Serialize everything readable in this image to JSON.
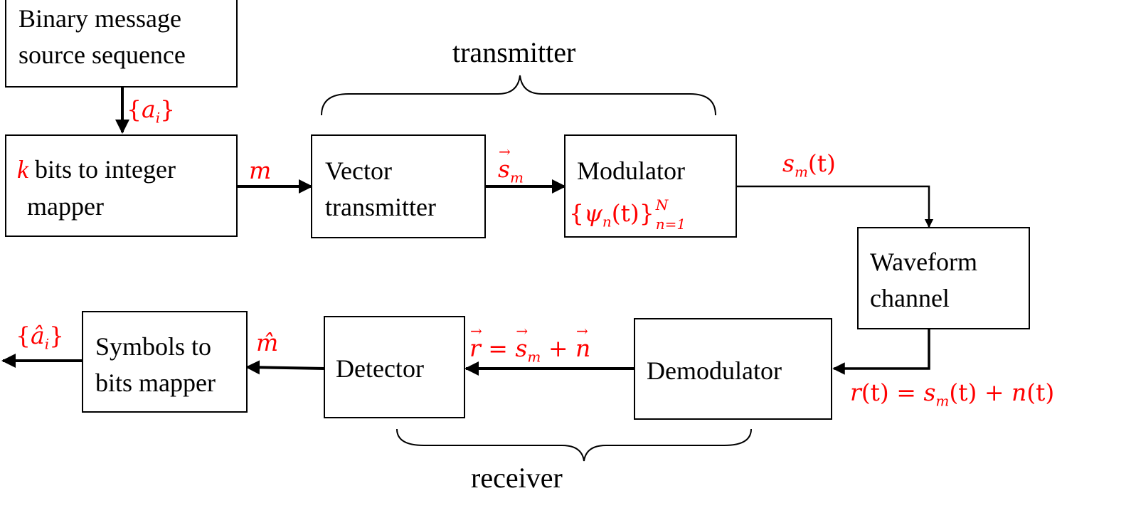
{
  "blocks": {
    "source": {
      "line1": "Binary message",
      "line2": "source sequence"
    },
    "mapper": {
      "k": "k",
      "line1_rest": " bits to integer",
      "line2": "mapper"
    },
    "vector_tx": {
      "line1": "Vector",
      "line2": "transmitter"
    },
    "modulator": {
      "line1": "Modulator"
    },
    "channel": {
      "line1": "Waveform",
      "line2": "channel"
    },
    "demodulator": {
      "line1": "Demodulator"
    },
    "detector": {
      "line1": "Detector"
    },
    "symbols_mapper": {
      "line1": "Symbols to",
      "line2": "bits mapper"
    }
  },
  "signals": {
    "source_out": {
      "open": "{",
      "var": "a",
      "sub": "i",
      "close": "}"
    },
    "mapper_out": "m",
    "vector_out": {
      "var": "s",
      "sub": "m"
    },
    "basis": {
      "open": "{",
      "var": "ψ",
      "sub": "n",
      "arg": "(t)",
      "close": "}",
      "sup": "N",
      "lower": "n=1"
    },
    "modulator_out": {
      "var": "s",
      "sub": "m",
      "arg": "(t)"
    },
    "received": {
      "r": "r",
      "rarg": "(t)",
      "eq": " = ",
      "s": "s",
      "sub": "m",
      "sarg": "(t)",
      "plus": " + ",
      "n": "n",
      "narg": "(t)"
    },
    "demod_out": {
      "r": "r",
      "eq": " = ",
      "s": "s",
      "sub": "m",
      "plus": " + ",
      "n": "n"
    },
    "detector_out": "m̂",
    "final_out": {
      "open": "{",
      "var": "â",
      "sub": "i",
      "close": "}"
    }
  },
  "captions": {
    "transmitter": "transmitter",
    "receiver": "receiver"
  }
}
